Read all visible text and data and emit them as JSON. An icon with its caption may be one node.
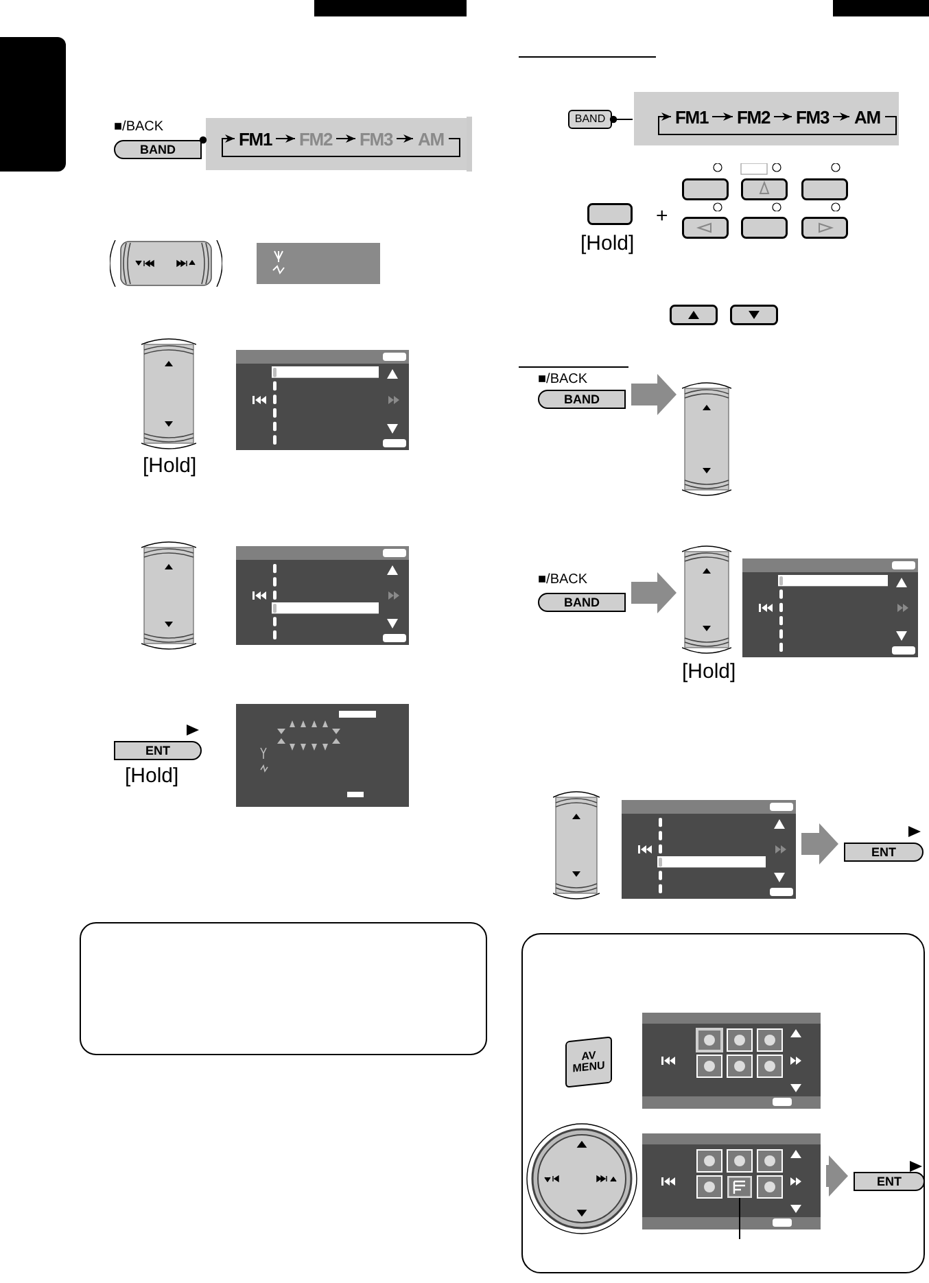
{
  "diagram": {
    "nodes": [
      {
        "text": [
          "■/BACK",
          "BAND"
        ]
      },
      {
        "text": [],
        "shape": "box"
      },
      {
        "text": [
          "FM1"
        ],
        "in": 1
      },
      {
        "text": [
          "FM2"
        ],
        "in": 1
      },
      {
        "text": [
          "FM3"
        ],
        "in": 1
      },
      {
        "text": [
          "AM"
        ],
        "in": 1
      },
      {
        "text": [
          "ENT"
        ],
        "beside": [
          "[Hold]"
        ]
      },
      {
        "text": [
          "BAND"
        ]
      },
      {
        "text": [],
        "shape": "box"
      },
      {
        "text": [
          "FM1"
        ],
        "in": 8
      },
      {
        "text": [
          "FM2"
        ],
        "in": 8
      },
      {
        "text": [
          "FM3"
        ],
        "in": 8
      },
      {
        "text": [
          "AM"
        ],
        "in": 8
      },
      {
        "text": [
          "■/BACK",
          "BAND"
        ]
      },
      {
        "text": [],
        "shape": "picture"
      },
      {
        "text": [
          "■/BACK",
          "BAND"
        ]
      },
      {
        "text": [],
        "shape": "picture",
        "beside": [
          "[Hold]"
        ]
      },
      {
        "text": [],
        "shape": "picture"
      },
      {
        "text": [
          "ENT"
        ]
      },
      {
        "text": [],
        "shape": "box"
      },
      {
        "text": [
          "AV MENU"
        ],
        "in": 19
      },
      {
        "text": [],
        "shape": "picture",
        "in": 19
      },
      {
        "text": [
          "ENT"
        ],
        "in": 19
      },
      {
        "text": [],
        "shape": "picture",
        "in": 21
      },
      {
        "text": [],
        "shape": "box"
      },
      {
        "text": [],
        "shape": "box"
      }
    ],
    "edges": [
      {
        "from": 0,
        "to": 1,
        "arrow": "other"
      },
      {
        "from": 2,
        "to": 3,
        "arrow": "to"
      },
      {
        "from": 3,
        "to": 4,
        "arrow": "to"
      },
      {
        "from": 4,
        "to": 5,
        "arrow": "to"
      },
      {
        "from": 5,
        "to": 2,
        "arrow": "to"
      },
      {
        "from": 7,
        "to": 8,
        "arrow": "other"
      },
      {
        "from": 9,
        "to": 10,
        "arrow": "to"
      },
      {
        "from": 10,
        "to": 11,
        "arrow": "to"
      },
      {
        "from": 11,
        "to": 12,
        "arrow": "to"
      },
      {
        "from": 12,
        "to": 9,
        "arrow": "to"
      },
      {
        "from": 13,
        "to": 14,
        "arrow": "to",
        "style": "thick",
        "color": "#8c8c8c"
      },
      {
        "from": 15,
        "to": 16,
        "arrow": "to",
        "style": "thick",
        "color": "#8c8c8c"
      },
      {
        "from": 17,
        "to": 18,
        "arrow": "to",
        "style": "thick",
        "color": "#8c8c8c"
      },
      {
        "from": 21,
        "to": 22,
        "arrow": "to",
        "style": "thick",
        "color": "#8c8c8c"
      },
      {
        "from": null,
        "to": 23,
        "arrow": "none"
      }
    ],
    "labels": [
      "[Hold]",
      "+",
      "[Hold]"
    ]
  }
}
